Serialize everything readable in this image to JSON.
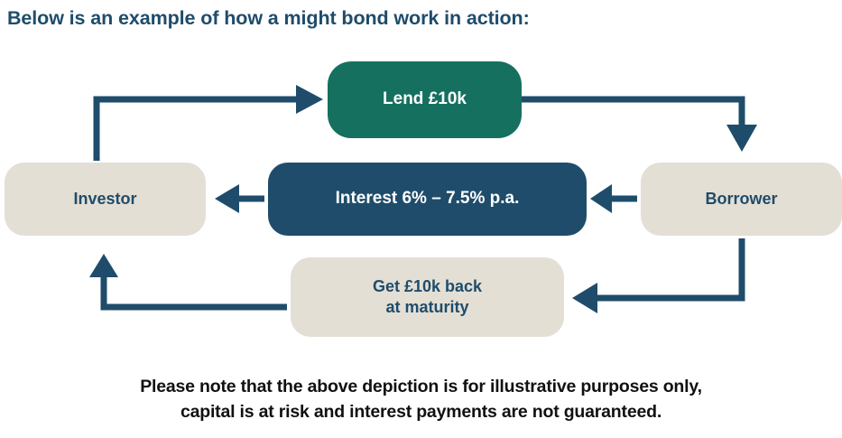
{
  "heading": {
    "text": "Below is an example of how a might bond work in action:",
    "color": "#1F4C6B"
  },
  "diagram": {
    "type": "flow-cycle",
    "nodes": [
      {
        "id": "lend",
        "label": "Lend £10k",
        "fill": "#15705F",
        "text_color": "#FFFFFF"
      },
      {
        "id": "investor",
        "label": "Investor",
        "fill": "#E4DFD5",
        "text_color": "#1F4C6B"
      },
      {
        "id": "interest",
        "label": "Interest 6% – 7.5% p.a.",
        "fill": "#1F4C6B",
        "text_color": "#FFFFFF"
      },
      {
        "id": "borrower",
        "label": "Borrower",
        "fill": "#E4DFD5",
        "text_color": "#1F4C6B"
      },
      {
        "id": "maturity",
        "label_line1": "Get £10k back",
        "label_line2": "at maturity",
        "fill": "#E4DFD5",
        "text_color": "#1F4C6B"
      }
    ],
    "arrows": [
      {
        "id": "investor-to-lend",
        "from": "investor",
        "to": "lend",
        "path": "up-right",
        "direction": "right"
      },
      {
        "id": "lend-to-borrower",
        "from": "lend",
        "to": "borrower",
        "path": "right-down",
        "direction": "down"
      },
      {
        "id": "borrower-to-interest",
        "from": "borrower",
        "to": "interest",
        "path": "straight",
        "direction": "left"
      },
      {
        "id": "interest-to-investor",
        "from": "interest",
        "to": "investor",
        "path": "straight",
        "direction": "left"
      },
      {
        "id": "borrower-to-maturity",
        "from": "borrower",
        "to": "maturity",
        "path": "down-left",
        "direction": "left"
      },
      {
        "id": "maturity-to-investor",
        "from": "maturity",
        "to": "investor",
        "path": "left-up",
        "direction": "up"
      }
    ],
    "arrow_color": "#1F4C6B"
  },
  "footer": {
    "line1": "Please note that the above depiction is for illustrative purposes only,",
    "line2": "capital is at risk and interest payments are not guaranteed.",
    "color": "#111111"
  }
}
